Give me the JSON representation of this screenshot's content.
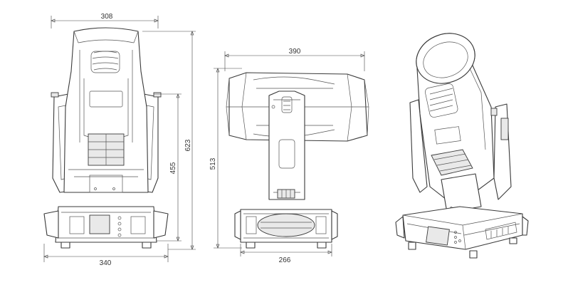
{
  "dimensions": {
    "front_width_top": "308",
    "front_height_total": "623",
    "front_height_head": "455",
    "front_base_width": "340",
    "side_width_head": "390",
    "side_height": "513",
    "side_base_width": "266"
  },
  "colors": {
    "line": "#3a3a3a",
    "background": "#ffffff"
  }
}
